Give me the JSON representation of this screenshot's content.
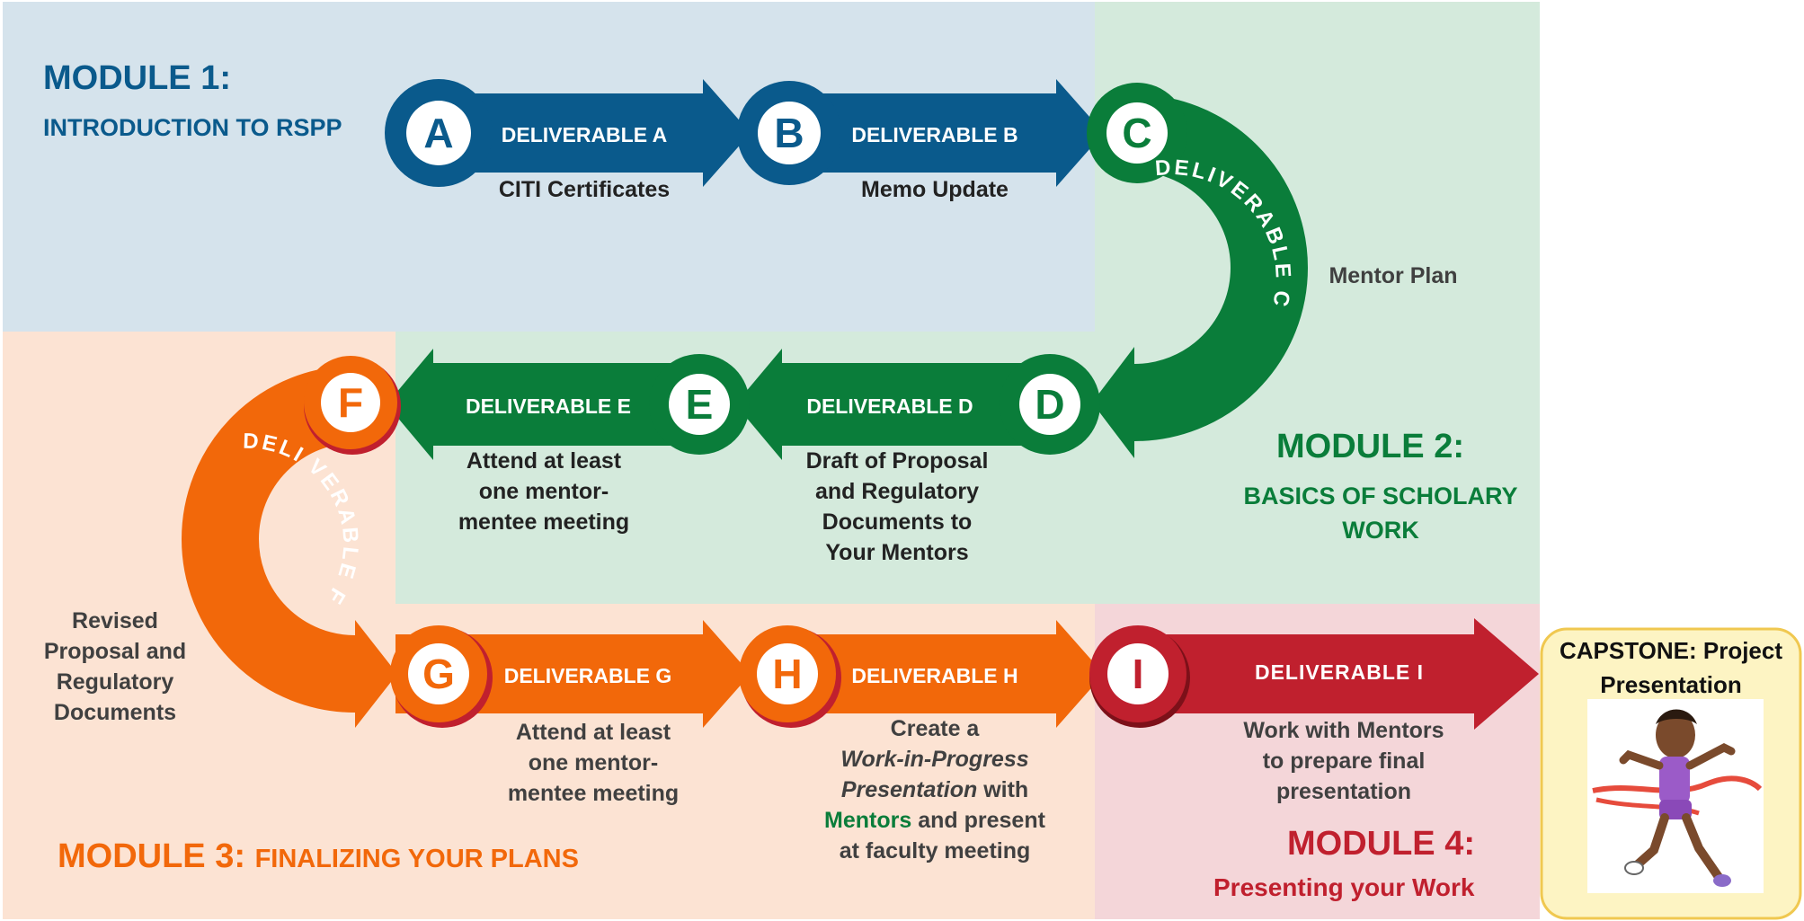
{
  "colors": {
    "blue": "#0a5a8c",
    "green": "#0a7d3a",
    "orange": "#f2680a",
    "red": "#c0202e",
    "module1_bg": "#d5e3ec",
    "module2_bg": "#d4eadc",
    "module3_bg": "#fce3d3",
    "module4_bg": "#f4d6d9",
    "capstone_bg": "#fdf4c3",
    "capstone_border": "#f0c850",
    "dark_text": "#222222",
    "gray_text": "#404040"
  },
  "modules": {
    "m1": {
      "title": "MODULE 1:",
      "subtitle": "INTRODUCTION TO RSPP"
    },
    "m2": {
      "title": "MODULE 2:",
      "subtitle_line1": "BASICS OF SCHOLARY",
      "subtitle_line2": "WORK"
    },
    "m3": {
      "title": "MODULE 3:",
      "subtitle": "FINALIZING YOUR PLANS"
    },
    "m4": {
      "title": "MODULE 4:",
      "subtitle": "Presenting your Work"
    }
  },
  "deliverables": {
    "a": {
      "letter": "A",
      "label": "DELIVERABLE A",
      "desc": [
        "CITI Certificates"
      ]
    },
    "b": {
      "letter": "B",
      "label": "DELIVERABLE B",
      "desc": [
        "Memo Update"
      ]
    },
    "c": {
      "letter": "C",
      "label": "DELIVERABLE C",
      "desc": [
        "Mentor Plan"
      ]
    },
    "d": {
      "letter": "D",
      "label": "DELIVERABLE D",
      "desc": [
        "Draft of Proposal",
        "and Regulatory",
        "Documents to",
        "Your Mentors"
      ]
    },
    "e": {
      "letter": "E",
      "label": "DELIVERABLE E",
      "desc": [
        "Attend at least",
        "one mentor-",
        "mentee meeting"
      ]
    },
    "f": {
      "letter": "F",
      "label": "DELI VERABLE F",
      "desc": [
        "Revised",
        "Proposal and",
        "Regulatory",
        "Documents"
      ]
    },
    "g": {
      "letter": "G",
      "label": "DELIVERABLE G",
      "desc": [
        "Attend at least",
        "one mentor-",
        "mentee meeting"
      ]
    },
    "h": {
      "letter": "H",
      "label": "DELIVERABLE H",
      "desc_l1": "Create a",
      "desc_l2": "Work-in-Progress",
      "desc_l3a": "Presentation",
      "desc_l3b": " with",
      "desc_l4a": "Mentors",
      "desc_l4b": " and present",
      "desc_l5": "at faculty meeting"
    },
    "i": {
      "letter": "I",
      "label": "DELIVERABLE I",
      "desc": [
        "Work with Mentors",
        "to prepare final",
        "presentation"
      ]
    }
  },
  "capstone": {
    "title_line1": "CAPSTONE: Project",
    "title_line2": "Presentation",
    "illustration": "runner-crossing-finish-line"
  }
}
